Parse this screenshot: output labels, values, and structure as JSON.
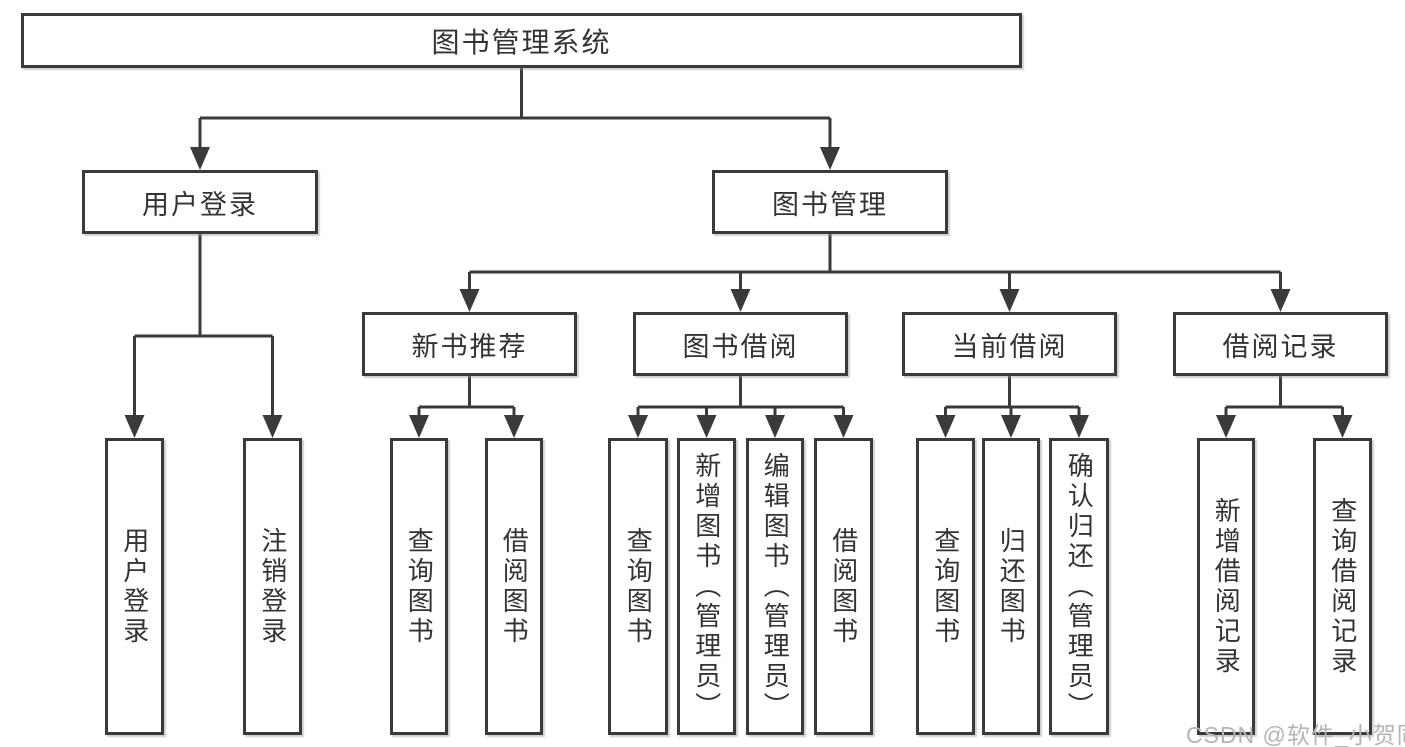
{
  "diagram_type": "hierarchy-tree",
  "colors": {
    "line": "#3a3a3a",
    "text": "#333333",
    "box_background": "#ffffff",
    "watermark": "#b5b5b5",
    "page_background": "#ffffff"
  },
  "tree": {
    "label": "图书管理系统",
    "children": [
      {
        "label": "用户登录",
        "children": [
          {
            "label": "用户登录"
          },
          {
            "label": "注销登录"
          }
        ]
      },
      {
        "label": "图书管理",
        "children": [
          {
            "label": "新书推荐",
            "children": [
              {
                "label": "查询图书"
              },
              {
                "label": "借阅图书"
              }
            ]
          },
          {
            "label": "图书借阅",
            "children": [
              {
                "label": "查询图书"
              },
              {
                "label": "新增图书（管理员）"
              },
              {
                "label": "编辑图书（管理员）"
              },
              {
                "label": "借阅图书"
              }
            ]
          },
          {
            "label": "当前借阅",
            "children": [
              {
                "label": "查询图书"
              },
              {
                "label": "归还图书"
              },
              {
                "label": "确认归还（管理员）"
              }
            ]
          },
          {
            "label": "借阅记录",
            "children": [
              {
                "label": "新增借阅记录"
              },
              {
                "label": "查询借阅记录"
              }
            ]
          }
        ]
      }
    ]
  },
  "watermark": {
    "text": "CSDN @软件_小贺同学"
  }
}
